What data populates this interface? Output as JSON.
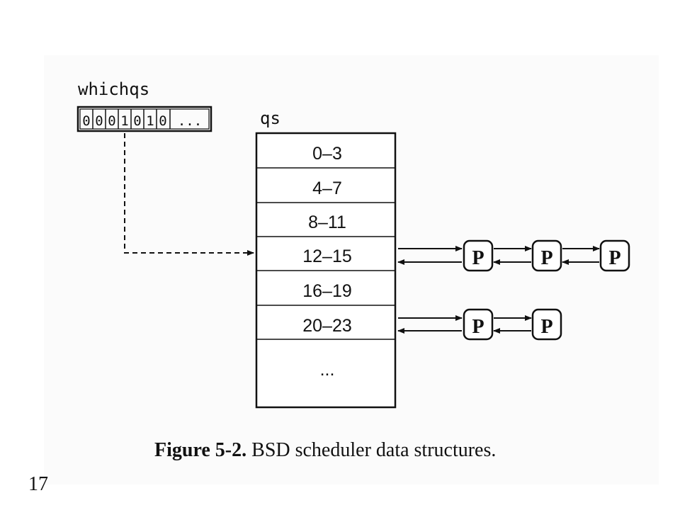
{
  "diagram": {
    "whichqs": {
      "label": "whichqs",
      "bits": [
        "0",
        "0",
        "0",
        "1",
        "0",
        "1",
        "0"
      ],
      "ellipsis": "..."
    },
    "qs": {
      "label": "qs",
      "rows": [
        "0–3",
        "4–7",
        "8–11",
        "12–15",
        "16–19",
        "20–23",
        "..."
      ]
    },
    "process_label": "P"
  },
  "caption": {
    "number": "Figure 5-2.",
    "text": "BSD scheduler data structures."
  },
  "page_number": "17"
}
